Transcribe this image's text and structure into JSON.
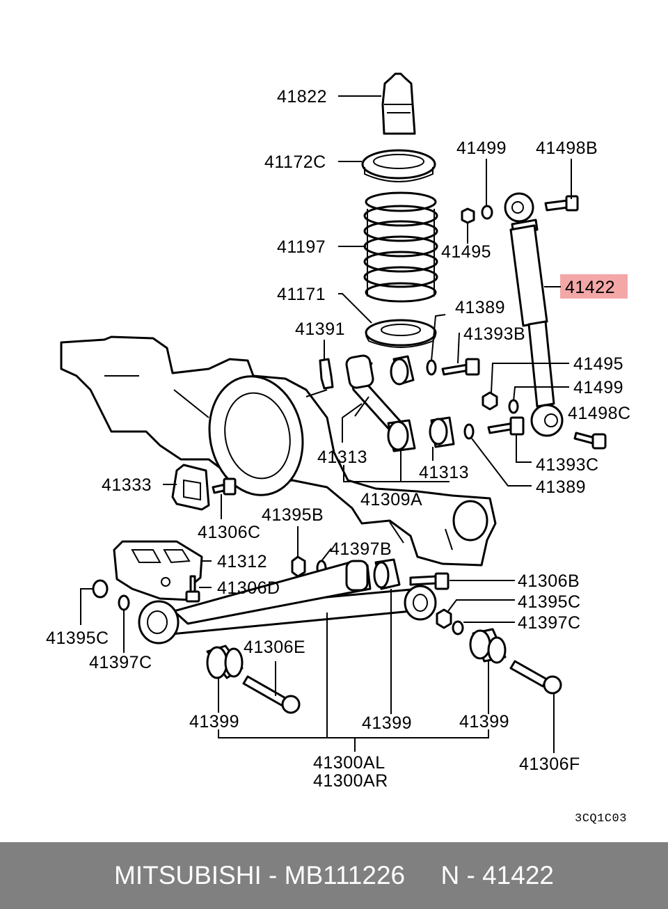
{
  "diagram": {
    "labels": {
      "l41822": "41822",
      "l41172c": "41172C",
      "l41197": "41197",
      "l41171": "41171",
      "l41499a": "41499",
      "l41498b": "41498B",
      "l41495a": "41495",
      "l41422": "41422",
      "l41389a": "41389",
      "l41393b": "41393B",
      "l41391": "41391",
      "l41495b": "41495",
      "l41499b": "41499",
      "l41498c": "41498C",
      "l41313a": "41313",
      "l41313b": "41313",
      "l41393c": "41393C",
      "l41389b": "41389",
      "l41333": "41333",
      "l41309a": "41309A",
      "l41306c": "41306C",
      "l41395b": "41395B",
      "l41397b": "41397B",
      "l41312": "41312",
      "l41306d": "41306D",
      "l41306b": "41306B",
      "l41395c_r": "41395C",
      "l41397c_r": "41397C",
      "l41395c_l": "41395C",
      "l41397c_l": "41397C",
      "l41306e": "41306E",
      "l41399a": "41399",
      "l41399b": "41399",
      "l41399c": "41399",
      "l41306f": "41306F",
      "l41300al": "41300AL",
      "l41300ar": "41300AR"
    },
    "diagram_code": "3CQ1C03",
    "highlight_color": "#f4a7a7"
  },
  "footer": {
    "brand": "MITSUBISHI",
    "part_number": "MB111226",
    "ref": "N - 41422",
    "text": "MITSUBISHI - MB111226     N - 41422"
  },
  "colors": {
    "footer_bg": "#808080",
    "footer_text": "#ffffff"
  }
}
